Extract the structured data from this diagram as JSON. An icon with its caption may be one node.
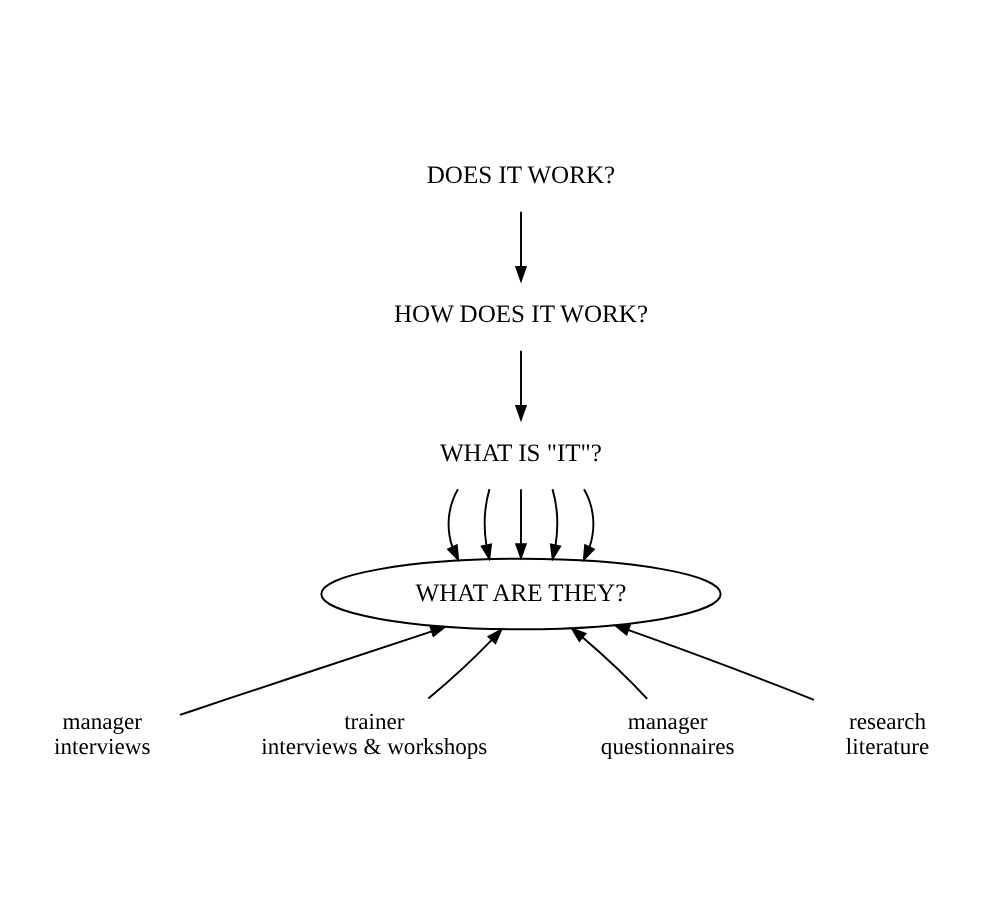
{
  "diagram": {
    "nodes": [
      {
        "text": [
          "DOES IT WORK?"
        ]
      },
      {
        "text": [
          "HOW DOES IT WORK?"
        ]
      },
      {
        "text": [
          "WHAT IS \"IT\"?"
        ]
      },
      {
        "text": [
          "WHAT ARE THEY?"
        ]
      },
      {
        "text": [
          "manager interviews"
        ]
      },
      {
        "text": [
          "trainer interviews & workshops"
        ]
      },
      {
        "text": [
          "manager questionnaires"
        ]
      },
      {
        "text": [
          "research literature"
        ]
      }
    ],
    "edges": [
      {
        "from": 0,
        "to": 1,
        "arrow": "to"
      },
      {
        "from": 1,
        "to": 2,
        "arrow": "to"
      },
      {
        "from": 2,
        "to": 3,
        "arrow": "to"
      },
      {
        "from": 2,
        "to": 3,
        "arrow": "to"
      },
      {
        "from": 2,
        "to": 3,
        "arrow": "to"
      },
      {
        "from": 2,
        "to": 3,
        "arrow": "to"
      },
      {
        "from": 2,
        "to": 3,
        "arrow": "to"
      },
      {
        "from": 4,
        "to": 3,
        "arrow": "to"
      },
      {
        "from": 5,
        "to": 3,
        "arrow": "to"
      },
      {
        "from": 6,
        "to": 3,
        "arrow": "to"
      },
      {
        "from": 7,
        "to": 3,
        "arrow": "to"
      }
    ]
  }
}
